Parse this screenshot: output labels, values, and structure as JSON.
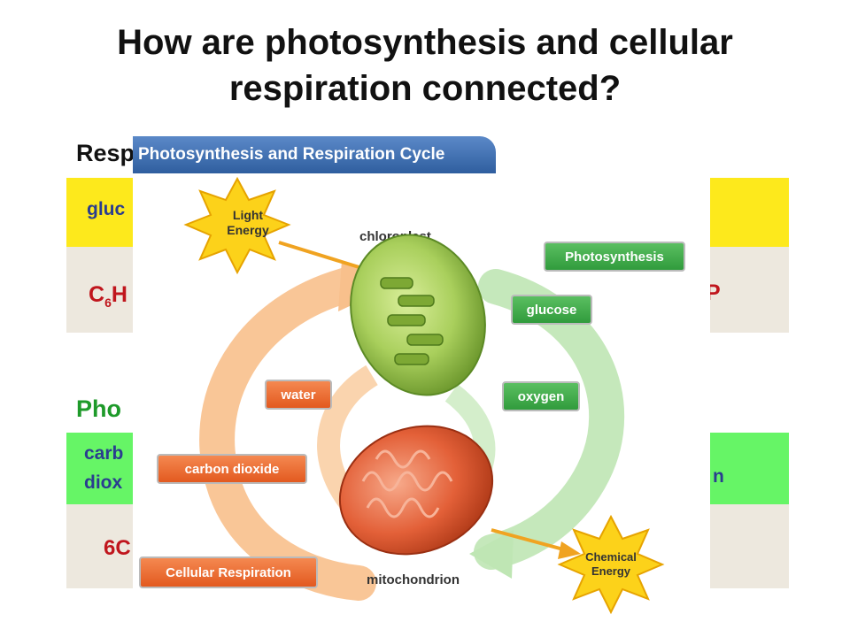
{
  "title": {
    "line1": "How are photosynthesis and cellular",
    "line2": "respiration connected?"
  },
  "respiration": {
    "label": "Resp",
    "row1_left": "gluc",
    "row2_left_main": "C",
    "row2_left_sub": "6",
    "row2_left_tail": "H",
    "row2_right": "P"
  },
  "photosynthesis": {
    "label": "Pho",
    "row1_left_line1": "carb",
    "row1_left_line2": "diox",
    "row1_right": "n",
    "row2_left": "6C"
  },
  "diagram": {
    "header": "Photosynthesis and Respiration Cycle",
    "light_line1": "Light",
    "light_line2": "Energy",
    "chloroplast": "chloroplast",
    "photosynthesis_tag": "Photosynthesis",
    "glucose_tag": "glucose",
    "water_tag": "water",
    "oxygen_tag": "oxygen",
    "co2_tag": "carbon dioxide",
    "cellular_tag": "Cellular Respiration",
    "mitochondrion": "mitochondrion",
    "chem_line1": "Chemical",
    "chem_line2": "Energy"
  },
  "colors": {
    "yellow_row": "#fde91c",
    "beige_row": "#ede8de",
    "green_row": "#66f566",
    "green_label": "#1e9a2a",
    "orange_tag": "#ef6a2c",
    "green_tag": "#3ea84a",
    "header_blue": "#2f5e9f"
  }
}
